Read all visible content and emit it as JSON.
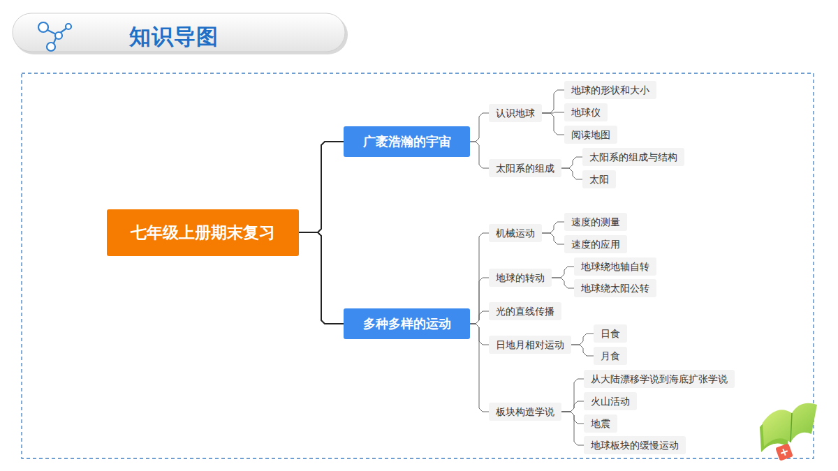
{
  "diagram": {
    "title": "知识导图",
    "nodes": [
      {
        "text": [
          "七年级上册期末复习"
        ]
      },
      {
        "text": [
          "广袤浩瀚的宇宙"
        ]
      },
      {
        "text": [
          "认识地球"
        ]
      },
      {
        "text": [
          "地球的形状和大小"
        ]
      },
      {
        "text": [
          "地球仪"
        ]
      },
      {
        "text": [
          "阅读地图"
        ]
      },
      {
        "text": [
          "太阳系的组成"
        ]
      },
      {
        "text": [
          "太阳系的组成与结构"
        ]
      },
      {
        "text": [
          "太阳"
        ]
      },
      {
        "text": [
          "多种多样的运动"
        ]
      },
      {
        "text": [
          "机械运动"
        ]
      },
      {
        "text": [
          "速度的测量"
        ]
      },
      {
        "text": [
          "速度的应用"
        ]
      },
      {
        "text": [
          "地球的转动"
        ]
      },
      {
        "text": [
          "地球绕地轴自转"
        ]
      },
      {
        "text": [
          "地球绕太阳公转"
        ]
      },
      {
        "text": [
          "光的直线传播"
        ]
      },
      {
        "text": [
          "日地月相对运动"
        ]
      },
      {
        "text": [
          "日食"
        ]
      },
      {
        "text": [
          "月食"
        ]
      },
      {
        "text": [
          "板块构造学说"
        ]
      },
      {
        "text": [
          "从大陆漂移学说到海底扩张学说"
        ]
      },
      {
        "text": [
          "火山活动"
        ]
      },
      {
        "text": [
          "地震"
        ]
      },
      {
        "text": [
          "地球板块的缓慢运动"
        ]
      }
    ],
    "edges": [
      {
        "from": 0,
        "to": 1,
        "arrow": "none"
      },
      {
        "from": 1,
        "to": 2,
        "arrow": "none"
      },
      {
        "from": 2,
        "to": 3,
        "arrow": "none"
      },
      {
        "from": 2,
        "to": 4,
        "arrow": "none"
      },
      {
        "from": 2,
        "to": 5,
        "arrow": "none"
      },
      {
        "from": 1,
        "to": 6,
        "arrow": "none"
      },
      {
        "from": 6,
        "to": 7,
        "arrow": "none"
      },
      {
        "from": 6,
        "to": 8,
        "arrow": "none"
      },
      {
        "from": 0,
        "to": 9,
        "arrow": "none"
      },
      {
        "from": 9,
        "to": 10,
        "arrow": "none"
      },
      {
        "from": 10,
        "to": 11,
        "arrow": "none"
      },
      {
        "from": 10,
        "to": 12,
        "arrow": "none"
      },
      {
        "from": 9,
        "to": 13,
        "arrow": "none"
      },
      {
        "from": 13,
        "to": 14,
        "arrow": "none"
      },
      {
        "from": 13,
        "to": 15,
        "arrow": "none"
      },
      {
        "from": 9,
        "to": 16,
        "arrow": "none"
      },
      {
        "from": 9,
        "to": 17,
        "arrow": "none"
      },
      {
        "from": 17,
        "to": 18,
        "arrow": "none"
      },
      {
        "from": 17,
        "to": 19,
        "arrow": "none"
      },
      {
        "from": 9,
        "to": 20,
        "arrow": "none"
      },
      {
        "from": 20,
        "to": 21,
        "arrow": "none"
      },
      {
        "from": 20,
        "to": 22,
        "arrow": "none"
      },
      {
        "from": 20,
        "to": 23,
        "arrow": "none"
      },
      {
        "from": 20,
        "to": 24,
        "arrow": "none"
      }
    ]
  }
}
